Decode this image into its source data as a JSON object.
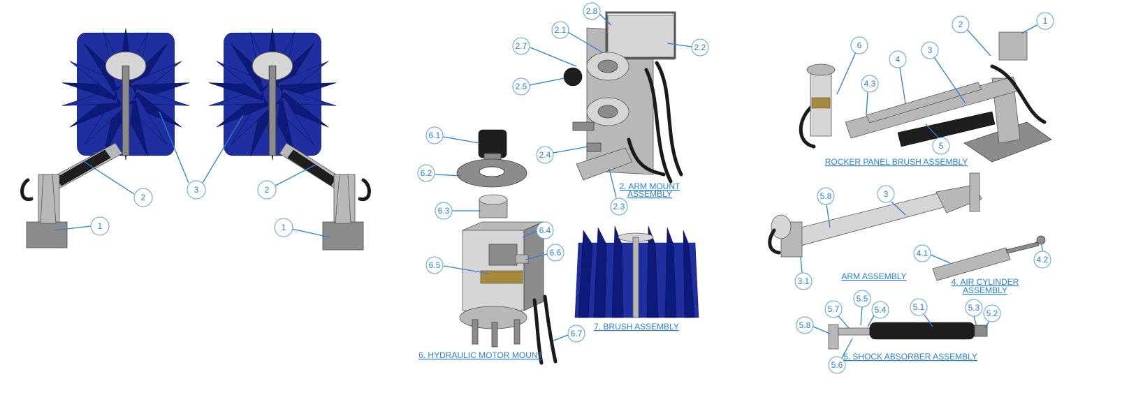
{
  "colors": {
    "label": "#2a7fd4",
    "brush": "#1f2fa0",
    "metal": "#b8b8b8"
  },
  "overview_callouts": [
    "1",
    "2",
    "3",
    "2",
    "1"
  ],
  "arm_mount": {
    "title": "2. ARM MOUNT",
    "title2": "ASSEMBLY",
    "callouts": [
      "2.8",
      "2.1",
      "2.2",
      "2.7",
      "2.5",
      "2.4",
      "2.3"
    ]
  },
  "hydraulic": {
    "title": "6. HYDRAULIC MOTOR MOUNT",
    "callouts": [
      "6.1",
      "6.2",
      "6.3",
      "6.4",
      "6.5",
      "6.6",
      "6.7"
    ]
  },
  "brush": {
    "title": "7. BRUSH ASSEMBLY"
  },
  "rocker": {
    "title": "ROCKER PANEL BRUSH ASSEMBLY",
    "callouts": [
      "1",
      "2",
      "3",
      "4",
      "4.3",
      "5",
      "6"
    ]
  },
  "arm": {
    "title": "ARM ASSEMBLY",
    "callouts": [
      "5.8",
      "3",
      "3.1"
    ]
  },
  "cylinder": {
    "title": "4. AIR CYLINDER",
    "title2": "ASSEMBLY",
    "callouts": [
      "4.1",
      "4.2"
    ]
  },
  "shock": {
    "title": "5. SHOCK ABSORBER ASSEMBLY",
    "callouts": [
      "5.7",
      "5.5",
      "5.4",
      "5.1",
      "5.3",
      "5.2",
      "5.8",
      "5.6"
    ]
  }
}
